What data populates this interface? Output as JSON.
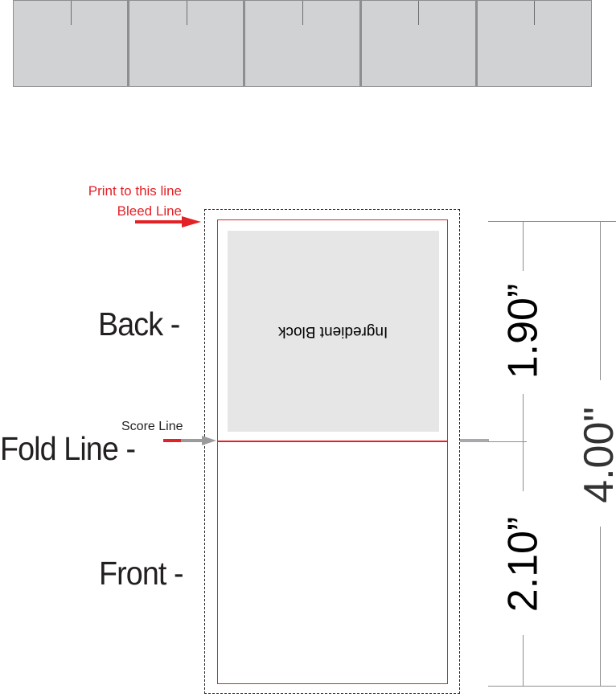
{
  "labels": {
    "print_to_line": "Print to this line",
    "bleed_line": "Bleed Line",
    "back": "Back -",
    "fold_line": "Fold Line -",
    "front": "Front -",
    "score_line": "Score Line",
    "ingredient_block": "Ingredient Block"
  },
  "dimensions": {
    "back_height": "1.90”",
    "front_height": "2.10”",
    "total_height": "4.00\""
  },
  "top_strip": {
    "panel_count": 5
  },
  "colors": {
    "accent_red": "#e32227",
    "panel_gray": "#d1d2d4",
    "block_gray": "#e6e6e6"
  }
}
